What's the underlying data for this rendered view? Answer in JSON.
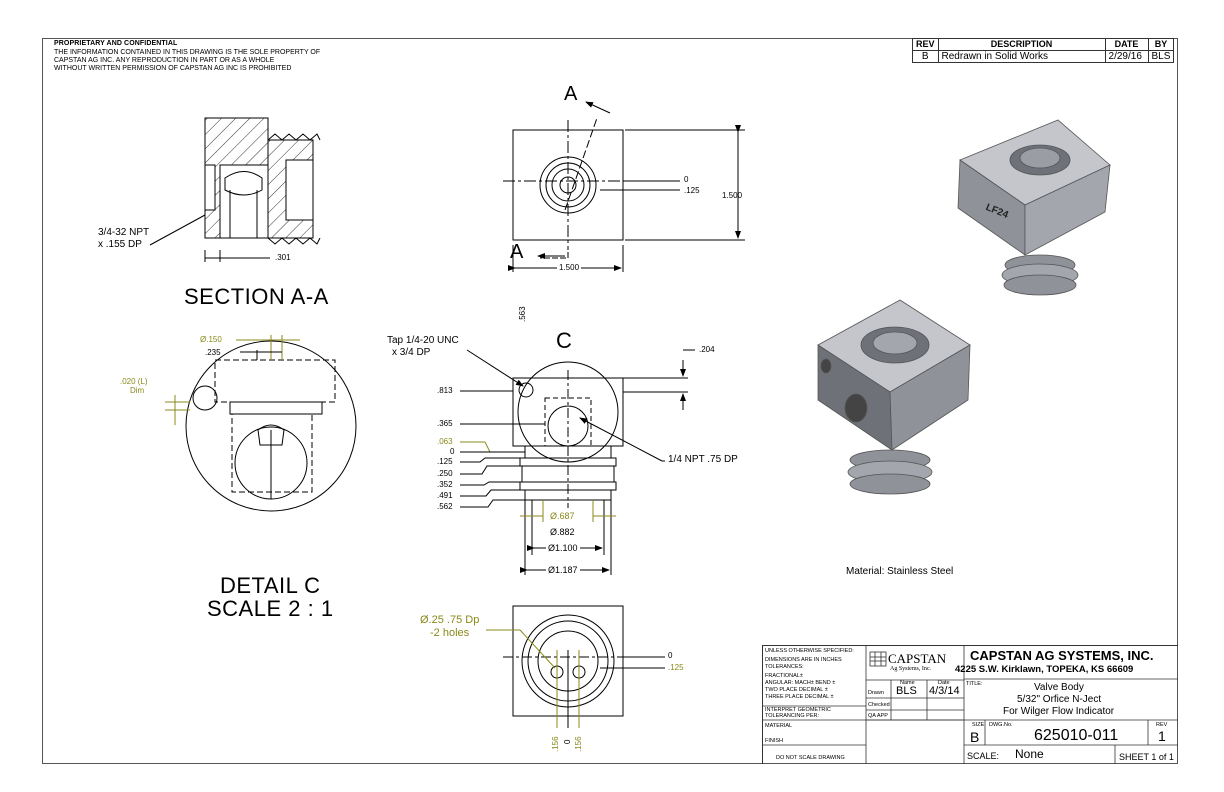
{
  "proprietary": {
    "title": "PROPRIETARY AND CONFIDENTIAL",
    "lines": [
      "THE INFORMATION CONTAINED IN THIS DRAWING IS THE SOLE PROPERTY OF",
      "CAPSTAN AG INC. ANY REPRODUCTION IN PART OR AS A WHOLE",
      "WITHOUT WRITTEN PERMISSION OF CAPSTAN AG INC IS PROHIBITED"
    ]
  },
  "revision_table": {
    "headers": [
      "REV",
      "DESCRIPTION",
      "DATE",
      "BY"
    ],
    "rows": [
      [
        "B",
        "Redrawn in Solid Works",
        "2/29/16",
        "BLS"
      ]
    ]
  },
  "section_view": {
    "section_marker": "A",
    "title": "SECTION A-A",
    "thread_callout_1": "3/4-32 NPT",
    "thread_callout_2": "x .155 DP",
    "dim_301": ".301"
  },
  "top_view": {
    "dim_0": "0",
    "dim_125": ".125",
    "dim_height": "1.500",
    "dim_width": "1.500"
  },
  "detail_view": {
    "title": "DETAIL C",
    "scale": "SCALE 2 : 1",
    "dia_150": "Ø.150",
    "dim_235": ".235",
    "dim_020_1": ".020 (L)",
    "dim_020_2": "Dim"
  },
  "front_view": {
    "tap_1": "Tap 1/4-20 UNC",
    "tap_2": "x 3/4 DP",
    "detail_marker": "C",
    "dim_563": ".563",
    "dim_204": ".204",
    "npt": "1/4 NPT  .75 DP",
    "left_dims": [
      ".813",
      ".365",
      ".063",
      "0",
      ".125",
      ".250",
      ".352",
      ".491",
      ".562"
    ],
    "dia_687": "Ø.687",
    "dia_882": "Ø.882",
    "dia_1100": "Ø1.100",
    "dia_1187": "Ø1.187"
  },
  "bottom_view": {
    "holes_1": "Ø.25 .75 Dp",
    "holes_2": "-2 holes",
    "dim_0": "0",
    "dim_125": ".125",
    "bottom_dims": [
      ".156",
      "0",
      ".156"
    ]
  },
  "iso_views": {
    "engraving": "LF24",
    "material_note": "Material: Stainless Steel"
  },
  "title_block": {
    "unless": "UNLESS OTHERWISE SPECIFIED:",
    "dims_in": "DIMENSIONS ARE IN INCHES",
    "tolerances": "TOLERANCES:",
    "fractional": "FRACTIONAL±",
    "angular": "ANGULAR: MACH±   BEND ±",
    "two_place": "TWO PLACE DECIMAL   ±",
    "three_place": "THREE PLACE DECIMAL  ±",
    "interpret": "INTERPRET GEOMETRIC",
    "tolerancing": "TOLERANCING PER:",
    "material_label": "MATERIAL",
    "finish_label": "FINISH",
    "do_not_scale": "DO NOT SCALE DRAWING",
    "logo_name": "CAPSTAN",
    "logo_sub": "Ag Systems, Inc.",
    "name_hdr": "Name",
    "date_hdr": "Date",
    "drawn_label": "Drawn",
    "drawn_by": "BLS",
    "drawn_date": "4/3/14",
    "checked_label": "Checked",
    "qa_label": "QA APP",
    "company": "CAPSTAN AG SYSTEMS, INC.",
    "address": "4225 S.W. Kirklawn, TOPEKA,  KS 66609",
    "title_label": "TITLE:",
    "title_1": "Valve Body",
    "title_2": "5/32\" Orfice N-Ject",
    "title_3": "For Wilger Flow Indicator",
    "size_label": "SIZE",
    "size": "B",
    "dwg_label": "DWG.No.",
    "dwg_no": "625010-011",
    "rev_label": "REV",
    "rev": "1",
    "scale_label": "SCALE:",
    "scale": "None",
    "sheet": "SHEET 1 of 1"
  },
  "colors": {
    "line": "#000000",
    "olive_dim": "#8a8a1a",
    "iso_top": "#c4c6cc",
    "iso_side": "#8f9299",
    "iso_front": "#6e7178"
  }
}
